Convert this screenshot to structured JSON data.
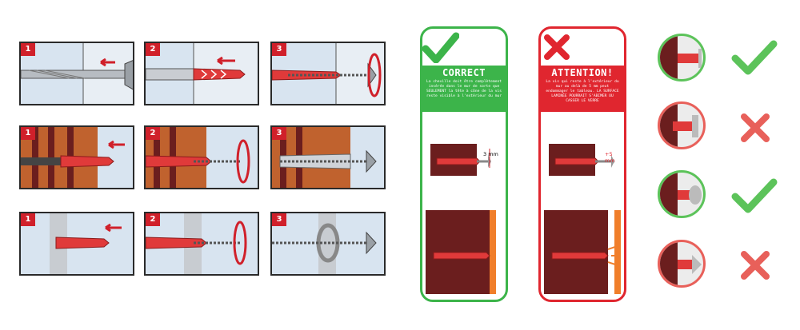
{
  "grid": {
    "rows": [
      {
        "kind": "drywall",
        "steps": [
          "1",
          "2",
          "3"
        ]
      },
      {
        "kind": "brick",
        "steps": [
          "1",
          "2",
          "3"
        ]
      },
      {
        "kind": "cavity",
        "steps": [
          "1",
          "2",
          "3"
        ]
      }
    ]
  },
  "correct_card": {
    "title": "CORRECT",
    "description": "La cheville doit être complètement insérée dans le mur de sorte que SEULEMENT la tête à cône de la vis reste visible à l'extérieur du mur",
    "gap_label": "3 mm",
    "color": "#3cb44a"
  },
  "attention_card": {
    "title": "ATTENTION!",
    "description": "La vis qui reste à l'extérieur du mur au delà de 5 mm peut endommager le tableau. LA SURFACE LAMINÉE POURRAIT S'ABIMER OU CASSER LE VERRE",
    "gap_label": "+5 mm",
    "color": "#e0262f"
  },
  "examples": [
    {
      "verdict": "correct",
      "mark": "check-icon"
    },
    {
      "verdict": "wrong",
      "mark": "cross-icon"
    },
    {
      "verdict": "correct",
      "mark": "check-icon"
    },
    {
      "verdict": "wrong",
      "mark": "cross-icon"
    }
  ],
  "colors": {
    "red": "#d0202a",
    "green": "#5cc35a",
    "brick": "#c0622e",
    "wall_dark": "#6b1e1e",
    "panel_bg": "#d8e4f0"
  }
}
